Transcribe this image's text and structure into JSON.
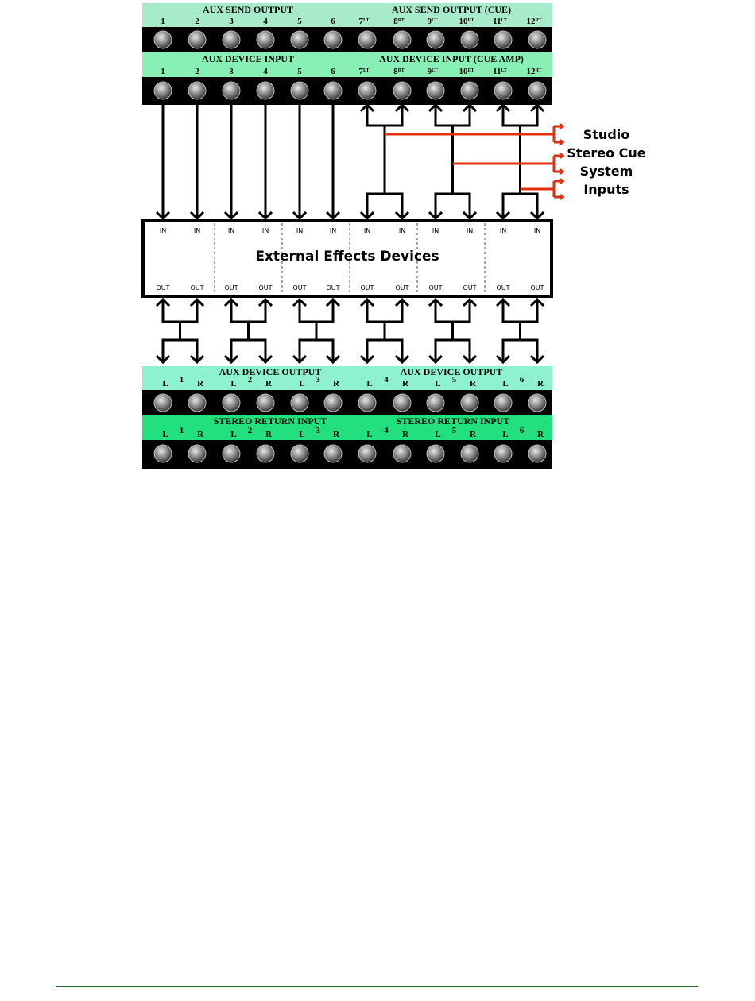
{
  "colors": {
    "row_header_light": "#a8ebcb",
    "row_header_mid": "#88f0b4",
    "row_header_stereo": "#22e07d",
    "aux_device_output_header": "#8ff2cf",
    "jack_bar": "#000000",
    "red_line": "#e03010"
  },
  "row1": {
    "title_left": "AUX SEND OUTPUT",
    "title_right": "AUX SEND OUTPUT (CUE)",
    "numbers": [
      "1",
      "2",
      "3",
      "4",
      "5",
      "6",
      "7",
      "8",
      "9",
      "10",
      "11",
      "12"
    ],
    "sups": [
      "",
      "",
      "",
      "",
      "",
      "",
      "LT",
      "RT",
      "LT",
      "RT",
      "LT",
      "RT"
    ]
  },
  "row2": {
    "title_left": "AUX DEVICE INPUT",
    "title_right": "AUX DEVICE INPUT (CUE AMP)",
    "numbers": [
      "1",
      "2",
      "3",
      "4",
      "5",
      "6",
      "7",
      "8",
      "9",
      "10",
      "11",
      "12"
    ],
    "sups": [
      "",
      "",
      "",
      "",
      "",
      "",
      "LT",
      "RT",
      "LT",
      "RT",
      "LT",
      "RT"
    ]
  },
  "studio_label": [
    "Studio",
    "Stereo Cue",
    "System",
    "Inputs"
  ],
  "effects": {
    "title": "External Effects Devices",
    "in_label": "IN",
    "out_label": "OUT"
  },
  "row3": {
    "title_left": "AUX DEVICE OUTPUT",
    "title_right": "AUX DEVICE OUTPUT",
    "lr": [
      "L",
      "R"
    ],
    "pair_numbers": [
      "1",
      "2",
      "3",
      "4",
      "5",
      "6"
    ]
  },
  "row4": {
    "title_left": "STEREO RETURN INPUT",
    "title_right": "STEREO RETURN INPUT",
    "lr": [
      "L",
      "R"
    ],
    "pair_numbers": [
      "1",
      "2",
      "3",
      "4",
      "5",
      "6"
    ]
  }
}
